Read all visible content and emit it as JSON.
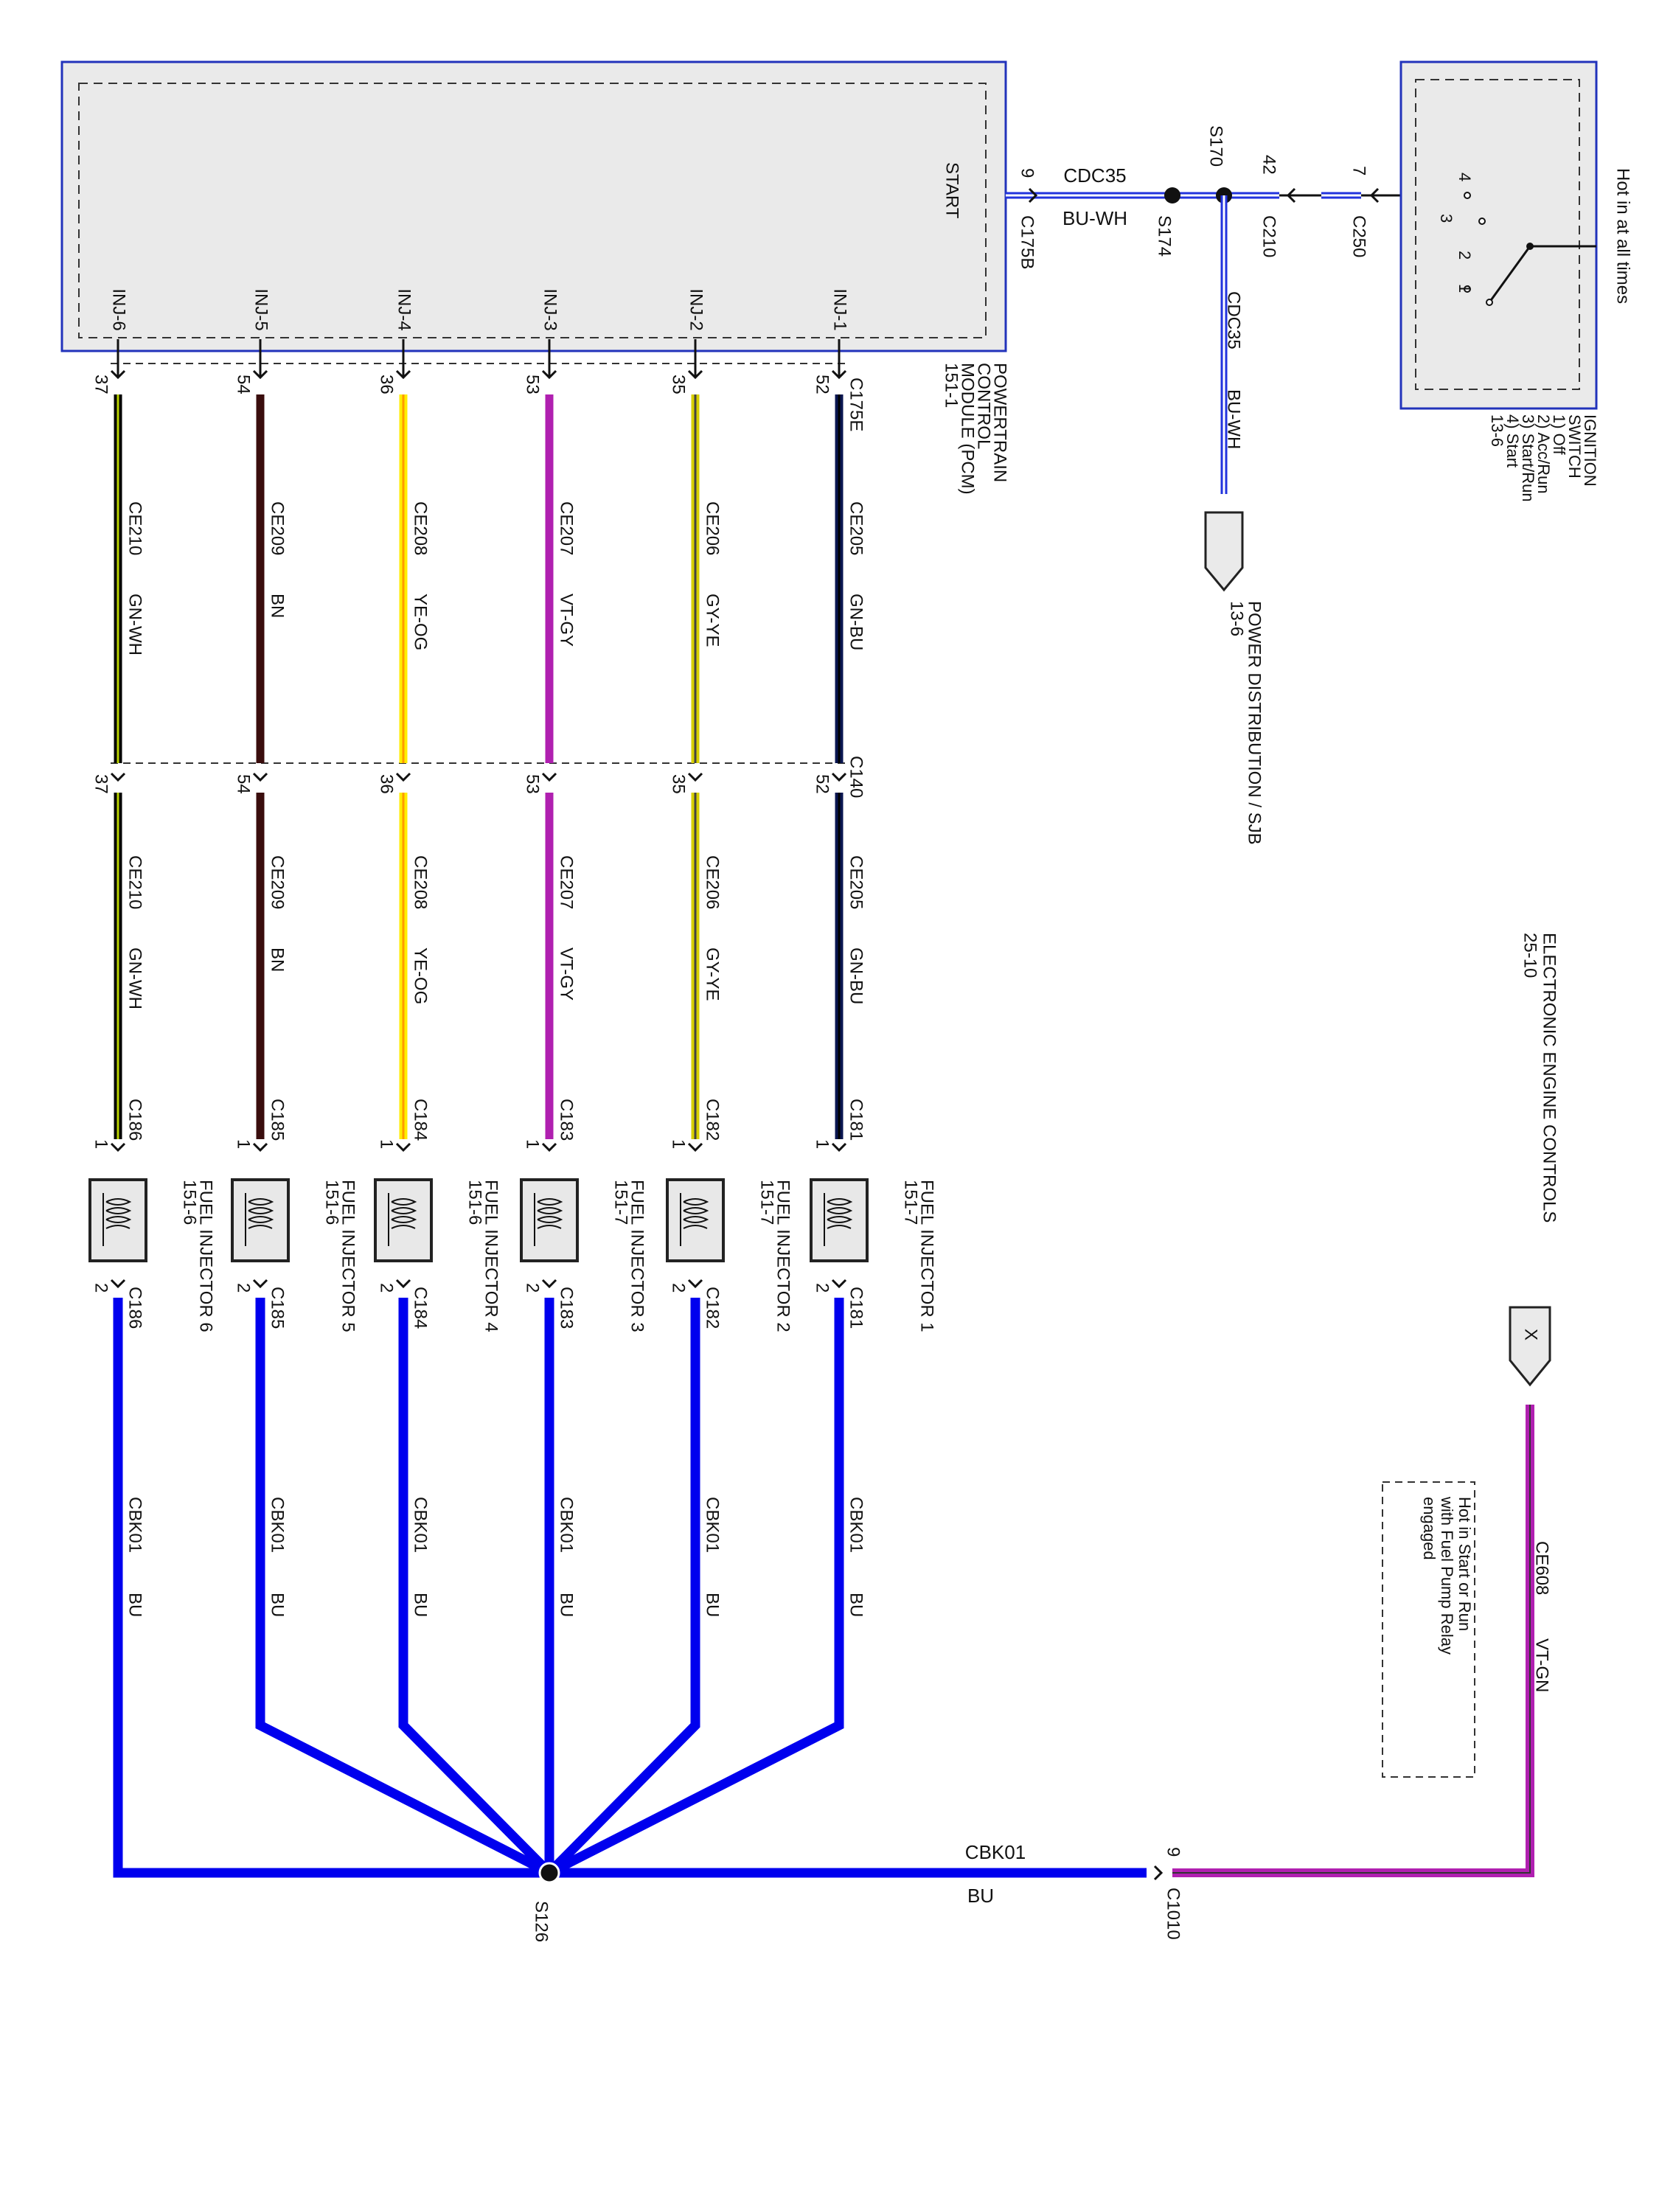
{
  "pcm": {
    "name": "POWERTRAIN CONTROL MODULE (PCM)",
    "name_lines": [
      "POWERTRAIN",
      "CONTROL",
      "MODULE (PCM)",
      "151-1"
    ],
    "start_pin_label": "START",
    "start_connector": "C175B",
    "start_pin": "9",
    "inj_connector": "C175E",
    "inline_connector": "C140"
  },
  "ignition": {
    "hot_label": "Hot in at all times",
    "name_lines": [
      "IGNITION",
      "SWITCH",
      "1) Off",
      "2) Acc/Run",
      "3) Start/Run",
      "4) Start",
      "13-6"
    ],
    "positions": [
      "4",
      "3",
      "2",
      "1"
    ],
    "connector": "C250",
    "pin": "7"
  },
  "start_circuit": {
    "wire_top": "CDC35",
    "wire_color": "BU-WH",
    "splice_s174": "S174",
    "splice_s170": "S170",
    "c210": "C210",
    "c210_pin": "42",
    "drop_circuit": "CDC35",
    "drop_color": "BU-WH",
    "power_dist_lines": [
      "POWER DISTRIBUTION / SJB",
      "13-6"
    ]
  },
  "injectors": [
    {
      "name": "FUEL INJECTOR 1",
      "ref": "151-7",
      "inj_pin": "INJ-1",
      "pcm_pin": "52",
      "circuit": "CE205",
      "color_code": "GN-BU",
      "connector": "C181",
      "pin_top": "1",
      "pin_bottom": "2",
      "wire_hex": "#0a1650",
      "stripe_hex": "#000000"
    },
    {
      "name": "FUEL INJECTOR 2",
      "ref": "151-7",
      "inj_pin": "INJ-2",
      "pcm_pin": "35",
      "circuit": "CE206",
      "color_code": "GY-YE",
      "connector": "C182",
      "pin_top": "1",
      "pin_bottom": "2",
      "wire_hex": "#d8d000",
      "stripe_hex": "#444444"
    },
    {
      "name": "FUEL INJECTOR 3",
      "ref": "151-7",
      "inj_pin": "INJ-3",
      "pcm_pin": "53",
      "circuit": "CE207",
      "color_code": "VT-GY",
      "connector": "C183",
      "pin_top": "1",
      "pin_bottom": "2",
      "wire_hex": "#b020b0",
      "stripe_hex": "#b020b0"
    },
    {
      "name": "FUEL INJECTOR 4",
      "ref": "151-6",
      "inj_pin": "INJ-4",
      "pcm_pin": "36",
      "circuit": "CE208",
      "color_code": "YE-OG",
      "connector": "C184",
      "pin_top": "1",
      "pin_bottom": "2",
      "wire_hex": "#ffee00",
      "stripe_hex": "#ff9900"
    },
    {
      "name": "FUEL INJECTOR 5",
      "ref": "151-6",
      "inj_pin": "INJ-5",
      "pcm_pin": "54",
      "circuit": "CE209",
      "color_code": "BN",
      "connector": "C185",
      "pin_top": "1",
      "pin_bottom": "2",
      "wire_hex": "#3a0d0d",
      "stripe_hex": "#3a0d0d"
    },
    {
      "name": "FUEL INJECTOR 6",
      "ref": "151-6",
      "inj_pin": "INJ-6",
      "pcm_pin": "37",
      "circuit": "CE210",
      "color_code": "GN-WH",
      "connector": "C186",
      "pin_top": "1",
      "pin_bottom": "2",
      "wire_hex": "#000000",
      "stripe_hex": "#b8d000"
    }
  ],
  "ground_feed": {
    "circuit": "CBK01",
    "color_code": "BU",
    "splice": "S126",
    "connector": "C1010",
    "pin": "9",
    "wire_hex": "#0000ee"
  },
  "eec": {
    "lines": [
      "ELECTRONIC ENGINE CONTROLS",
      "25-10"
    ],
    "flag": "X",
    "circuit": "CE608",
    "color_code": "VT-GN",
    "note_lines": [
      "Hot in Start or Run",
      "with Fuel Pump Relay",
      "engaged"
    ],
    "wire_hex": "#b020b0"
  },
  "colors": {
    "module_border": "#2233bb",
    "module_fill": "#eaeaea",
    "injector_fill": "#e8e8e8",
    "buwh_blue": "#2233dd"
  }
}
